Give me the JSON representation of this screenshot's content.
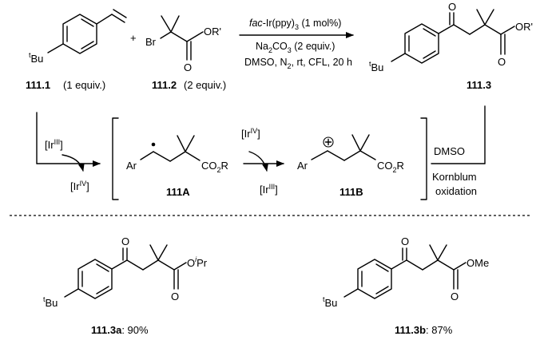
{
  "conditions": {
    "catalyst_italic": "fac",
    "catalyst_rest": "-Ir(ppy)",
    "catalyst_sub": "3",
    "catalyst_amount": " (1 mol%)",
    "base_a": "Na",
    "base_sub1": "2",
    "base_b": "CO",
    "base_sub2": "3",
    "base_amount": " (2 equiv.)",
    "line3_a": "DMSO, N",
    "line3_sub": "2",
    "line3_b": ", rt, CFL, 20 h"
  },
  "reagents": {
    "r1_label": "111.1",
    "r1_equiv": "(1 equiv.)",
    "r2_label": "111.2",
    "r2_equiv": "(2 equiv.)",
    "product_label": "111.3"
  },
  "atoms": {
    "tBu_sup": "t",
    "tBu": "Bu",
    "br": "Br",
    "or_prime": "OR'",
    "o": "O",
    "ar": "Ar",
    "co2r_a": "CO",
    "co2r_sub": "2",
    "co2r_b": "R",
    "plus": "+",
    "ome": "OMe",
    "o_ipr_a": "O",
    "o_ipr_sup": "i",
    "o_ipr_b": "Pr"
  },
  "mechanism": {
    "ir3_a": "[Ir",
    "ir3_sup": "III",
    "ir3_b": "]",
    "ir4_a": "[Ir",
    "ir4_sup": "IV",
    "ir4_b": "]",
    "intermediate_a": "111A",
    "intermediate_b": "111B",
    "dmso": "DMSO",
    "kornblum1": "Kornblum",
    "kornblum2": "oxidation"
  },
  "examples": [
    {
      "label": "111.3a",
      "yield": ": 90%"
    },
    {
      "label": "111.3b",
      "yield": ": 87%"
    }
  ]
}
